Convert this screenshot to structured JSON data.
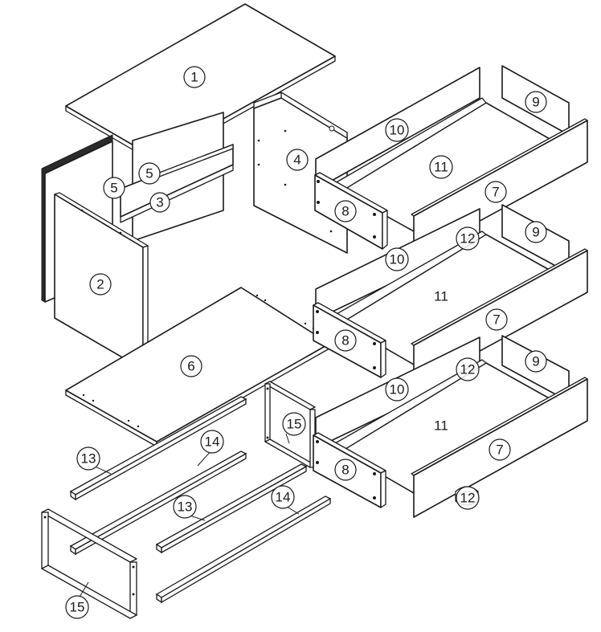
{
  "callouts": {
    "p1": "1",
    "p2": "2",
    "p3": "3",
    "p4": "4",
    "p5a": "5",
    "p5b": "5",
    "p6": "6",
    "p7a": "7",
    "p7b": "7",
    "p7c": "7",
    "p8a": "8",
    "p8b": "8",
    "p8c": "8",
    "p9a": "9",
    "p9b": "9",
    "p9c": "9",
    "p10a": "10",
    "p10b": "10",
    "p10c": "10",
    "p11a": "11",
    "p11b": "11",
    "p11c": "11",
    "p12a": "12",
    "p12b": "12",
    "p12c": "12",
    "p13a": "13",
    "p13b": "13",
    "p14a": "14",
    "p14b": "14",
    "p15a": "15",
    "p15b": "15"
  }
}
